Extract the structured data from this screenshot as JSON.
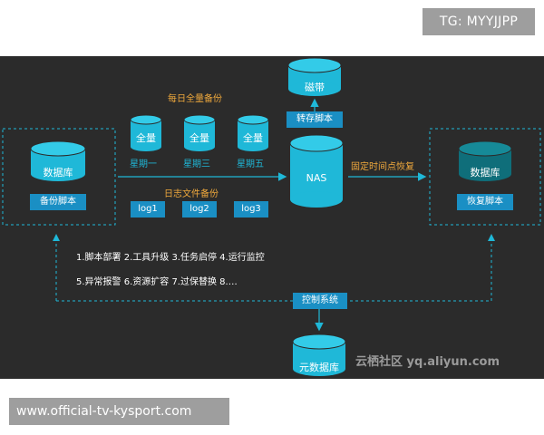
{
  "top_badge": "TG: MYYJJPP",
  "diagram": {
    "left_db": "数据库",
    "backup_script": "备份脚本",
    "full_backup_title": "每日全量备份",
    "full_label": "全量",
    "days": [
      "星期一",
      "星期三",
      "星期五"
    ],
    "log_backup_title": "日志文件备份",
    "logs": [
      "log1",
      "log2",
      "log3"
    ],
    "nas": "NAS",
    "tape": "磁带",
    "transfer_script": "转存脚本",
    "restore_label": "固定时间点恢复",
    "right_db": "数据库",
    "restore_script": "恢复脚本",
    "ops_line1": "1.脚本部署 2.工具升级 3.任务启停 4.运行监控",
    "ops_line2": "5.异常报警 6.资源扩容 7.过保替换 8.…",
    "control_system": "控制系统",
    "meta_db": "元数据库",
    "watermark": "云栖社区 yq.aliyun.com"
  },
  "bottom_badge": "www.official-tv-kysport.com",
  "colors": {
    "background": "#2b2b2b",
    "accent_cyan": "#1fb8d8",
    "button_blue": "#1a8fc4",
    "orange": "#f0a93c"
  }
}
